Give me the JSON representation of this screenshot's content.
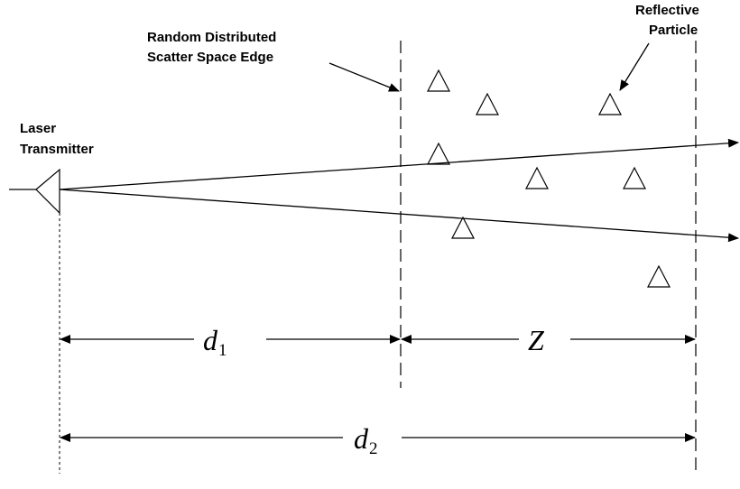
{
  "diagram": {
    "labels": {
      "laser_line1": "Laser",
      "laser_line2": "Transmitter",
      "edge_line1": "Random Distributed",
      "edge_line2": "Scatter Space Edge",
      "particle_line1": "Reflective",
      "particle_line2": "Particle"
    },
    "dimensions": {
      "d1_symbol": "d",
      "d1_subscript": "1",
      "z_symbol": "Z",
      "d2_symbol": "d",
      "d2_subscript": "2"
    },
    "colors": {
      "stroke": "#000000",
      "background": "#ffffff"
    }
  }
}
